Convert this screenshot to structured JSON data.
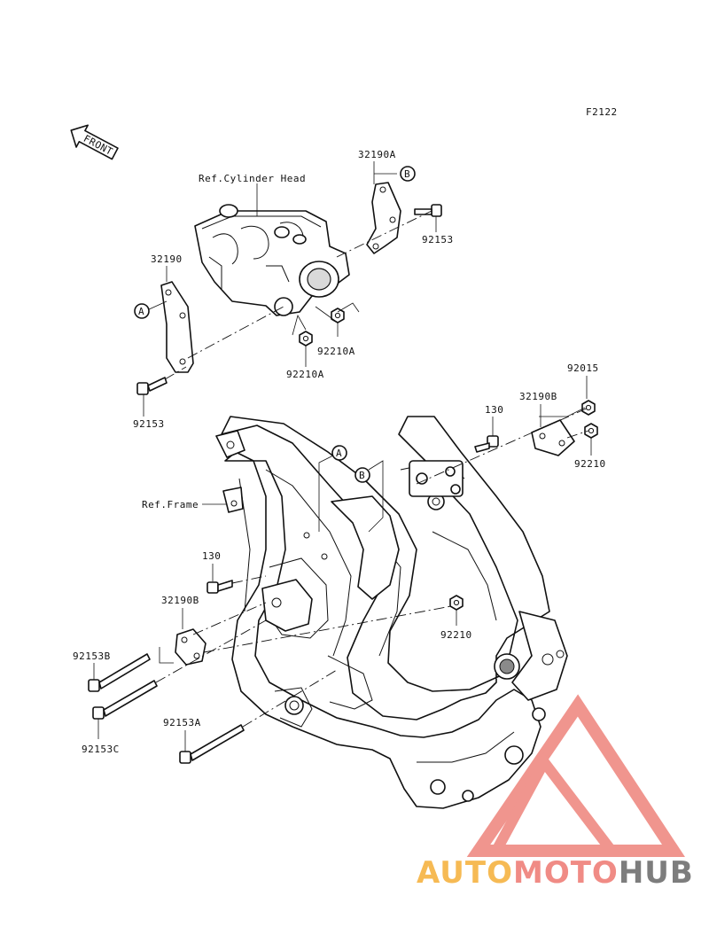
{
  "diagram_code": "F2122",
  "front_label": "FRONT",
  "references": {
    "cylinder_head": "Ref.Cylinder Head",
    "frame": "Ref.Frame"
  },
  "callouts": {
    "a": "A",
    "b": "B"
  },
  "parts": {
    "p32190A": "32190A",
    "p92153_top_right": "92153",
    "p32190": "32190",
    "p92153_left": "92153",
    "p92210A_right": "92210A",
    "p92210A_lower": "92210A",
    "p92015": "92015",
    "p130_top": "130",
    "p32190B_top": "32190B",
    "p92210_right": "92210",
    "p130_mid": "130",
    "p32190B_mid": "32190B",
    "p92210_center": "92210",
    "p92153B": "92153B",
    "p92153C": "92153C",
    "p92153A": "92153A"
  },
  "watermark": {
    "part1": "AUTO",
    "part2": "MOTO",
    "part3": "HUB",
    "colors": {
      "auto": "#f6b342",
      "moto": "#ef7f78",
      "hub": "#707070",
      "triangle": "#ef8a82"
    }
  }
}
